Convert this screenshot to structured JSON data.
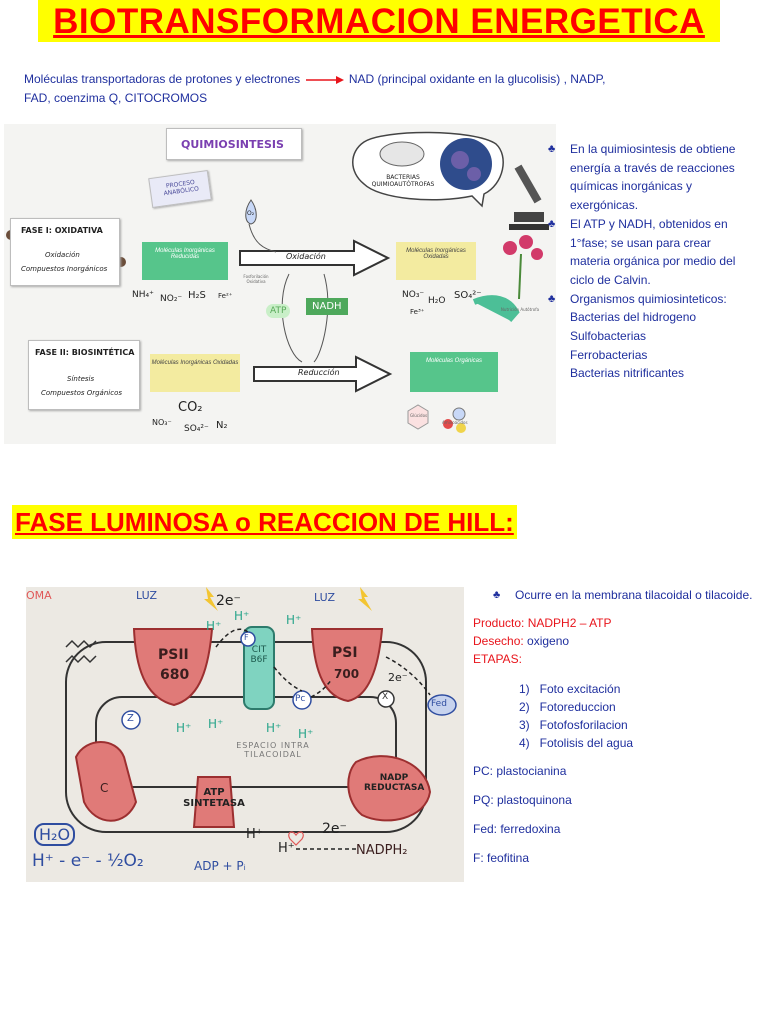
{
  "title": "BIOTRANSFORMACION ENERGETICA",
  "intro": {
    "line1_left": "Moléculas transportadoras de protones y electrones",
    "line1_right": "NAD (principal oxidante en la glucolisis) , NADP,",
    "line2": "FAD, coenzima Q, CITOCROMOS"
  },
  "diagram1": {
    "header": "QUIMIOSINTESIS",
    "tag": "PROCESO ANABÓLICO",
    "bacteria_label": "BACTERIAS QUIMIOAUTÓTROFAS",
    "fase1": {
      "title": "FASE I: OXIDATIVA",
      "line1": "Oxidación",
      "line2": "Compuestos Inorgánicos"
    },
    "fase2": {
      "title": "FASE II: BIOSINTÉTICA",
      "line1": "Síntesis",
      "line2": "Compuestos Orgánicos"
    },
    "box_inorg_reducidas": "Moléculas Inorgánicas Reducidas",
    "box_inorg_oxidadas": "Moléculas Inorgánicas Oxidadas",
    "box_inorg_oxidadas2": "Moléculas Inorgánicas Oxidadas",
    "box_organicas": "Moléculas Orgánicas",
    "oxidacion": "Oxidación",
    "reduccion": "Reducción",
    "atp": "ATP",
    "nadh": "NADH",
    "fosforilacion": "Fosforilación Oxidativa",
    "nutricion": "Nutrición Autótrofa",
    "glucidos": "Glúcidos",
    "aminoacidos": "Aminoácidos",
    "o2": "O₂",
    "reduced_formulas": [
      "NH₄⁺",
      "NO₂⁻",
      "H₂S",
      "Fe²⁺"
    ],
    "oxidized_formulas": [
      "NO₃⁻",
      "H₂O",
      "SO₄²⁻",
      "Fe³⁺"
    ],
    "co2": "CO₂",
    "bottom_formulas": [
      "NO₃⁻",
      "SO₄²⁻",
      "N₂"
    ]
  },
  "bullets1": [
    "En la quimiosintesis de obtiene energía a través de reacciones químicas inorgánicas y exergónicas.",
    "El ATP y NADH, obtenidos en 1°fase; se usan para crear materia orgánica por medio del ciclo de Calvin.",
    "Organismos quimiosinteticos:"
  ],
  "organisms": [
    "Bacterias del hidrogeno",
    "Sulfobacterias",
    "Ferrobacterias",
    "Bacterias nitrificantes"
  ],
  "section2_title": "FASE LUMINOSA o REACCION DE HILL:",
  "diagram2": {
    "luz1": "LUZ",
    "luz2": "LUZ",
    "e1": "2e⁻",
    "e2": "2e⁻",
    "e3": "2e⁻",
    "ps2": "PSII",
    "ps2num": "680",
    "ps1": "PSI",
    "ps1num": "700",
    "cit": "CIT B6F",
    "f": "F",
    "pc": "Pc",
    "x": "X",
    "z": "Z",
    "fed": "Fed",
    "c": "C",
    "hplus": "H⁺",
    "espacio": "ESPACIO INTRA TILACOIDAL",
    "atp_sintetasa": "ATP SINTETASA",
    "nadp_reductasa": "NADP REDUCTASA",
    "h2o": "H₂O",
    "split": "H⁺ - e⁻ - ½O₂",
    "adp": "ADP + Pᵢ",
    "nadph": "NADPH₂",
    "stroma": "OMA"
  },
  "notes": {
    "bullet": "Ocurre en la membrana tilacoidal o tilacoide.",
    "producto_label": "Producto:",
    "producto_value": " NADPH2 – ATP",
    "desecho_label": "Desecho:",
    "desecho_value": " oxigeno",
    "etapas_label": "ETAPAS:",
    "etapas": [
      "Foto excitación",
      "Fotoreduccion",
      "Fotofosforilacion",
      "Fotolisis del agua"
    ],
    "defs": [
      "PC: plastocianina",
      "PQ: plastoquinona",
      "Fed: ferredoxina",
      "F: feofitina"
    ]
  },
  "colors": {
    "title_red": "#ff0000",
    "highlight": "#ffff00",
    "text_blue": "#1f2f9e",
    "label_red": "#e8141b"
  }
}
